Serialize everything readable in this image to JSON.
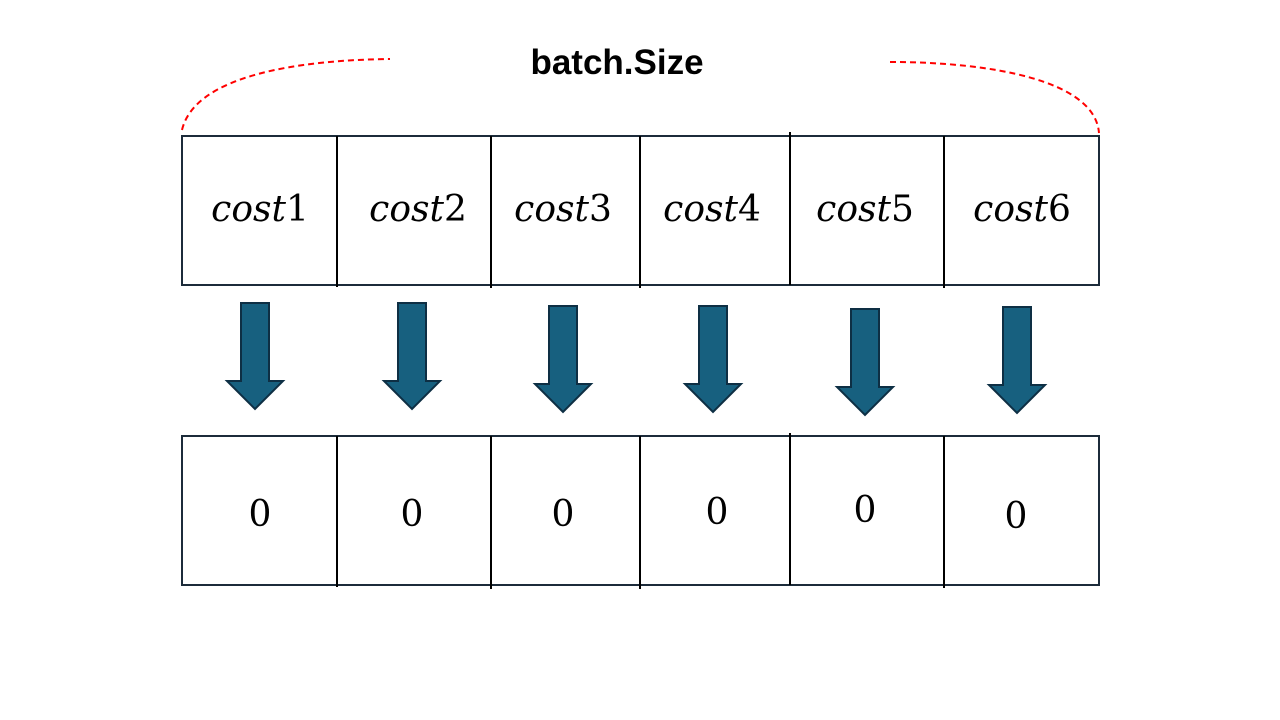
{
  "title": "batch.Size",
  "costs": [
    {
      "var": "cost",
      "num": "1"
    },
    {
      "var": "cost",
      "num": "2"
    },
    {
      "var": "cost",
      "num": "3"
    },
    {
      "var": "cost",
      "num": "4"
    },
    {
      "var": "cost",
      "num": "5"
    },
    {
      "var": "cost",
      "num": "6"
    }
  ],
  "outputs": [
    "0",
    "0",
    "0",
    "0",
    "0",
    "0"
  ],
  "colors": {
    "arrow": "#17607f",
    "brace": "#ff0000",
    "border": "#1c2b3a"
  },
  "icons": {
    "arrow": "down-arrow-icon",
    "brace": "dashed-brace"
  }
}
